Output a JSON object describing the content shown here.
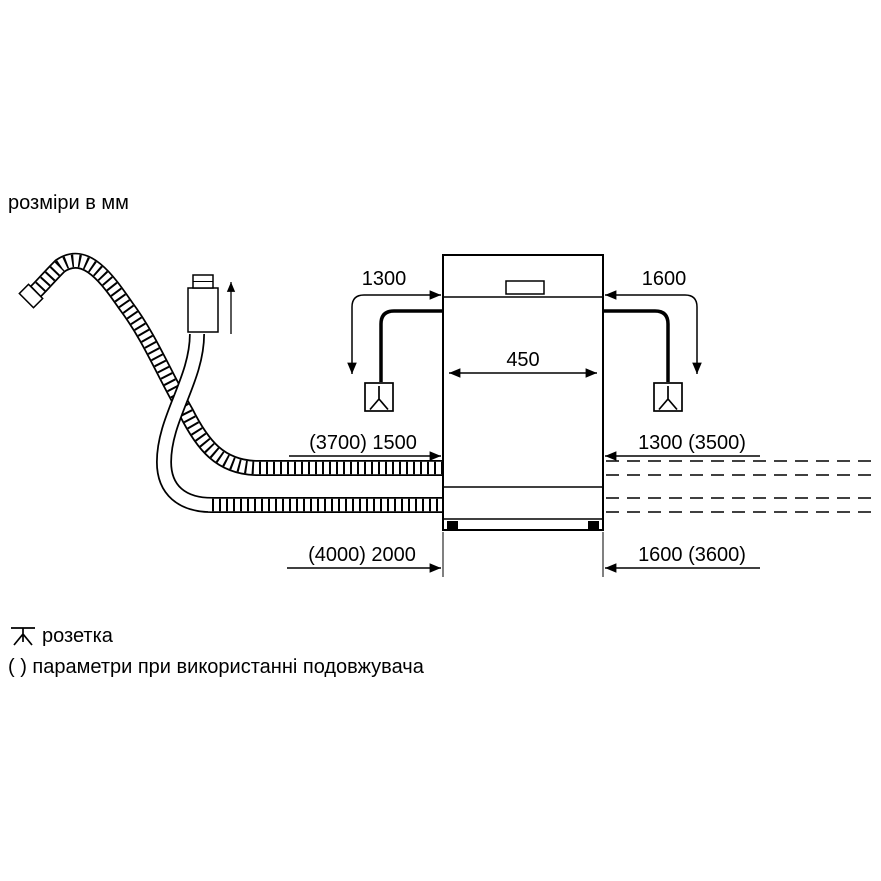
{
  "title": "розміри в мм",
  "dimensions": {
    "cord_left": "1300",
    "cord_right": "1600",
    "appliance_width": "450",
    "hose_upper_left": "(3700) 1500",
    "hose_upper_right": "1300 (3500)",
    "hose_lower_left": "(4000) 2000",
    "hose_lower_right": "1600 (3600)"
  },
  "legend": {
    "socket_label": "розетка",
    "extension_note": "( ) параметри при використанні подовжувача"
  },
  "icons": {
    "socket": "socket-icon",
    "tap": "water-tap-icon"
  },
  "colors": {
    "ink": "#000000",
    "bg": "#ffffff"
  }
}
